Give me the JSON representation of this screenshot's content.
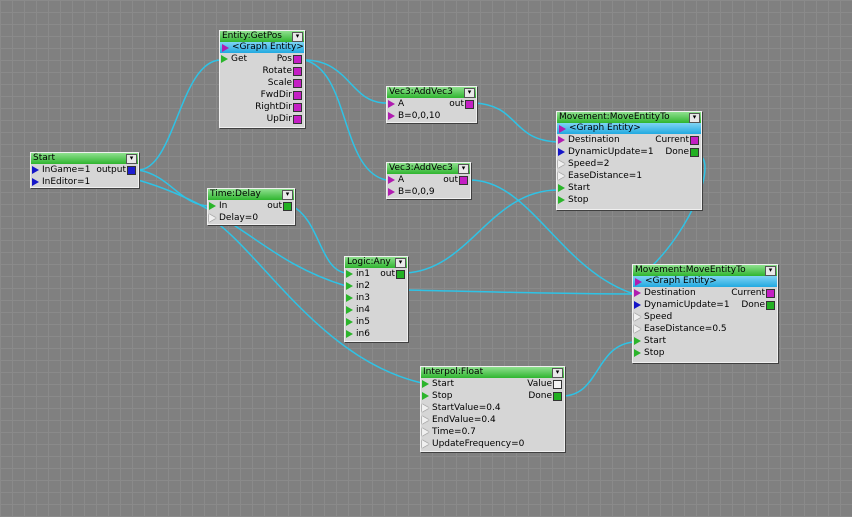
{
  "nodes": {
    "start": {
      "title": "Start",
      "inputs": [
        "InGame=1",
        "InEditor=1"
      ],
      "output": "output",
      "collapse": "▾"
    },
    "getpos": {
      "title": "Entity:GetPos",
      "entity": "<Graph Entity>",
      "get": "Get",
      "outputs": [
        "Pos",
        "Rotate",
        "Scale",
        "FwdDir",
        "RightDir",
        "UpDir"
      ],
      "collapse": "▾"
    },
    "add1": {
      "title": "Vec3:AddVec3",
      "inputs": [
        "A",
        "B=0,0,10"
      ],
      "output": "out",
      "collapse": "▾"
    },
    "add2": {
      "title": "Vec3:AddVec3",
      "inputs": [
        "A",
        "B=0,0,9"
      ],
      "output": "out",
      "collapse": "▾"
    },
    "delay": {
      "title": "Time:Delay",
      "inputs": [
        "In",
        "Delay=0"
      ],
      "output": "out",
      "collapse": "▾"
    },
    "any": {
      "title": "Logic:Any",
      "inputs": [
        "in1",
        "in2",
        "in3",
        "in4",
        "in5",
        "in6"
      ],
      "output": "out",
      "collapse": "▾"
    },
    "move1": {
      "title": "Movement:MoveEntityTo",
      "entity": "<Graph Entity>",
      "inputs": [
        "Destination",
        "DynamicUpdate=1",
        "Speed=2",
        "EaseDistance=1",
        "Start",
        "Stop"
      ],
      "outputs": [
        "Current",
        "Done"
      ],
      "collapse": "▾"
    },
    "move2": {
      "title": "Movement:MoveEntityTo",
      "entity": "<Graph Entity>",
      "inputs": [
        "Destination",
        "DynamicUpdate=1",
        "Speed",
        "EaseDistance=0.5",
        "Start",
        "Stop"
      ],
      "outputs": [
        "Current",
        "Done"
      ],
      "collapse": "▾"
    },
    "interp": {
      "title": "Interpol:Float",
      "inputs": [
        "Start",
        "Stop",
        "StartValue=0.4",
        "EndValue=0.4",
        "Time=0.7",
        "UpdateFrequency=0"
      ],
      "outputs": [
        "Value",
        "Done"
      ],
      "collapse": "▾"
    }
  },
  "colors": {
    "wire": "#2ec3e6",
    "title_green": "#2fb52f",
    "entity_blue": "#22a9e0",
    "canvas": "#808080"
  }
}
